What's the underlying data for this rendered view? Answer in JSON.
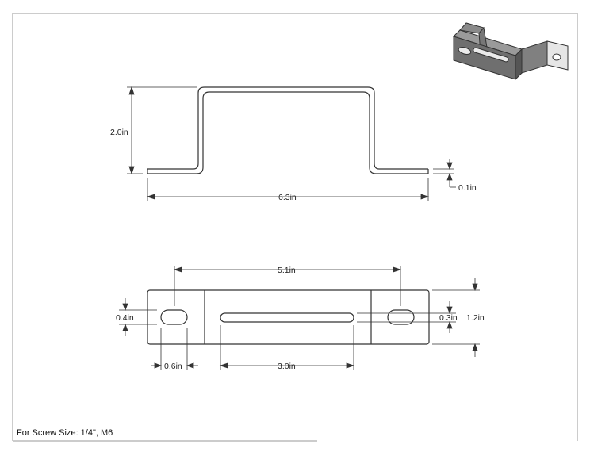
{
  "dimensions": {
    "height_side": "2.0in",
    "length_side": "6.3in",
    "thickness": "0.1in",
    "hole_spacing": "5.1in",
    "hole_height": "0.4in",
    "hole_width": "0.6in",
    "slot_length": "3.0in",
    "slot_width": "0.3in",
    "flat_width": "1.2in"
  },
  "note": "For Screw Size: 1/4\", M6",
  "colors": {
    "line": "#333333",
    "border": "#999999",
    "render_fill": "#6f6f6f"
  }
}
